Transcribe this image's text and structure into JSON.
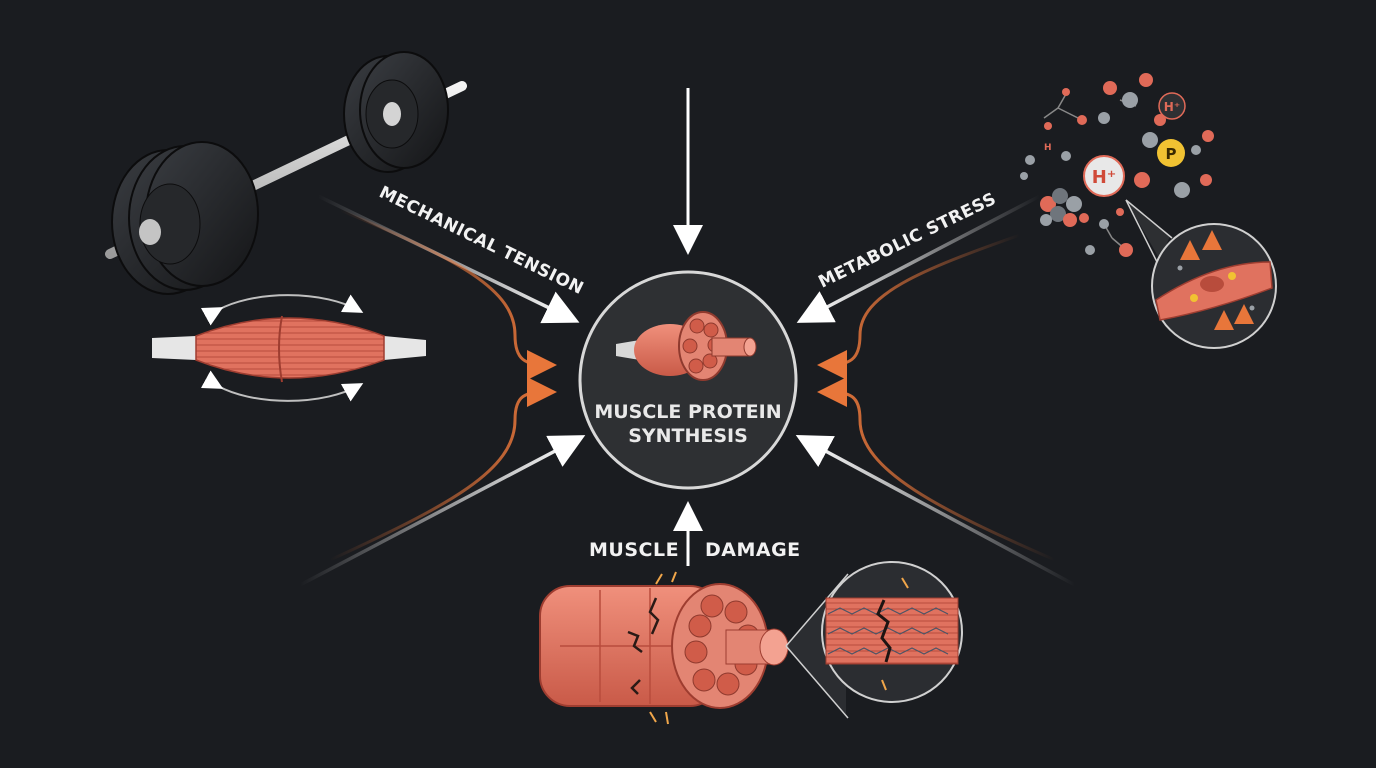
{
  "diagram": {
    "center": {
      "line1": "MUSCLE PROTEIN",
      "line2": "SYNTHESIS"
    },
    "inputs": {
      "mechanical_tension": {
        "label": "MECHANICAL TENSION"
      },
      "metabolic_stress": {
        "label": "METABOLIC STRESS",
        "chem_labels": {
          "hydrogen_large": "H⁺",
          "hydrogen_small": "H⁺",
          "phosphate": "P",
          "hydroxyl_h": "H"
        }
      },
      "muscle_damage": {
        "label_left": "MUSCLE",
        "label_right": "DAMAGE"
      }
    },
    "colors": {
      "background": "#1a1c20",
      "muscle": "#e0725f",
      "accent_orange": "#e8763a",
      "arrow_white": "#ffffff",
      "center_fill": "#2e3033"
    }
  }
}
